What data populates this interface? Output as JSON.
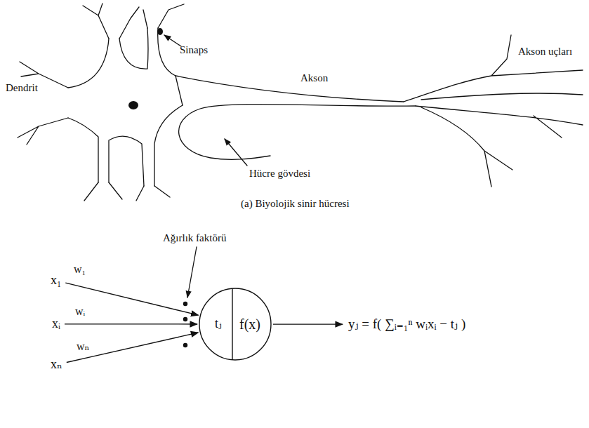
{
  "diagram": {
    "caption": "(a) Biyolojik sinir hücresi",
    "nodes": [
      {
        "text": [
          "x₁"
        ]
      },
      {
        "text": [
          "xᵢ"
        ]
      },
      {
        "text": [
          "xₙ"
        ]
      },
      {
        "text": [
          "tⱼ",
          "f(x)"
        ]
      },
      {
        "text": [
          "yⱼ = f( ∑ᵢ₌₁ⁿ wᵢxᵢ − tⱼ )"
        ]
      }
    ],
    "edges": [
      {
        "from": 0,
        "to": 3,
        "arrow": "to",
        "label": "w₁"
      },
      {
        "from": 1,
        "to": 3,
        "arrow": "to",
        "label": "wᵢ"
      },
      {
        "from": 2,
        "to": 3,
        "arrow": "to",
        "label": "wₙ"
      },
      {
        "from": 3,
        "to": 4,
        "arrow": "to"
      }
    ],
    "labels": [
      "Dendrit",
      "Sinaps",
      "Akson",
      "Akson uçları",
      "Hücre gövdesi",
      "Ağırlık faktörü"
    ]
  }
}
